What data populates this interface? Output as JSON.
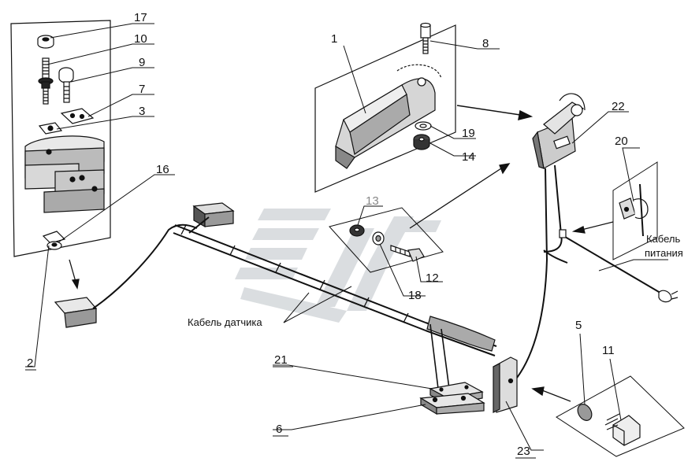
{
  "diagram": {
    "part_numbers": {
      "p1": "1",
      "p2": "2",
      "p3": "3",
      "p5": "5",
      "p6": "6",
      "p7": "7",
      "p8": "8",
      "p9": "9",
      "p10": "10",
      "p11": "11",
      "p12": "12",
      "p13": "13",
      "p14": "14",
      "p16": "16",
      "p17": "17",
      "p18": "18",
      "p19": "19",
      "p20": "20",
      "p21": "21",
      "p22": "22",
      "p23": "23"
    },
    "captions": {
      "sensor_cable": "Кабель датчика",
      "power_cable_line1": "Кабель",
      "power_cable_line2": "питания"
    },
    "colors": {
      "ink": "#111111",
      "watermark": "#d4d8dc"
    }
  }
}
